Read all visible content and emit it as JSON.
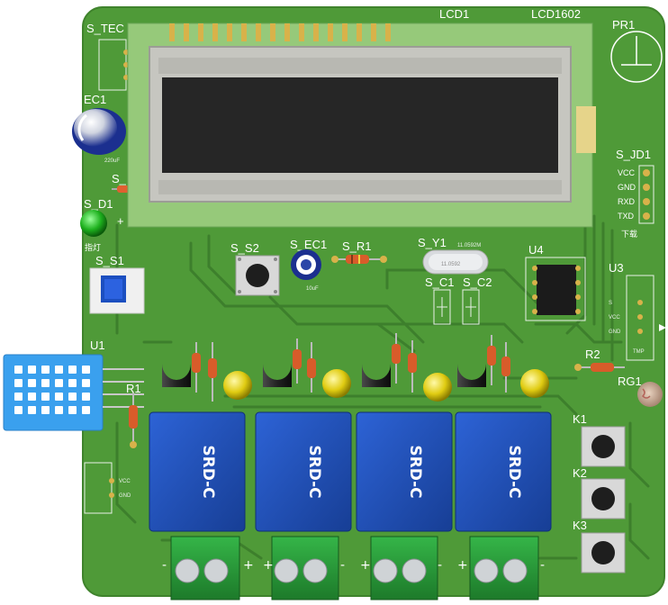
{
  "board": {
    "colors": {
      "pcb": "#4f9a38",
      "pcb_dark": "#3f832c",
      "trace": "#3a7a2a",
      "lcd_frame": "#96c97a",
      "lcd_bezel": "#c6c6c0",
      "lcd_screen": "#262626",
      "relay_blue": "#1f4fb8",
      "terminal_green": "#2a9a3a",
      "sensor_blue": "#3aa0ee",
      "led_yellow": "#e6d21a",
      "led_green": "#1eb11e"
    }
  },
  "labels": {
    "s_tec": "S_TEC",
    "ec1": "EC1",
    "ec1_value": "220uF",
    "s_r": "S_",
    "s_d1": "S_D1",
    "s_d1_text": "指灯",
    "lcd1": "LCD1",
    "lcd1602": "LCD1602",
    "pr1": "PR1",
    "s_jd1": "S_JD1",
    "jd_pins": [
      "VCC",
      "GND",
      "RXD",
      "TXD"
    ],
    "download": "下载",
    "s_s1": "S_S1",
    "s_s2": "S_S2",
    "s_ec1": "S_EC1",
    "s_ec1_value": "10uF",
    "s_r1": "S_R1",
    "s_y1": "S_Y1",
    "crystal_value": "11.0592M",
    "crystal_marking": "11.0592",
    "s_c1": "S_C1",
    "s_c2": "S_C2",
    "u4": "U4",
    "u3": "U3",
    "u3_pins": [
      "S",
      "VCC",
      "GND"
    ],
    "u3_text": "TMP",
    "u1": "U1",
    "r1": "R1",
    "r2": "R2",
    "rg1": "RG1",
    "k1": "K1",
    "k2": "K2",
    "k3": "K3",
    "relay_text": "SRD-C",
    "small_conn_pins": [
      "VCC",
      "GND"
    ],
    "plus": "+",
    "minus": "-"
  }
}
